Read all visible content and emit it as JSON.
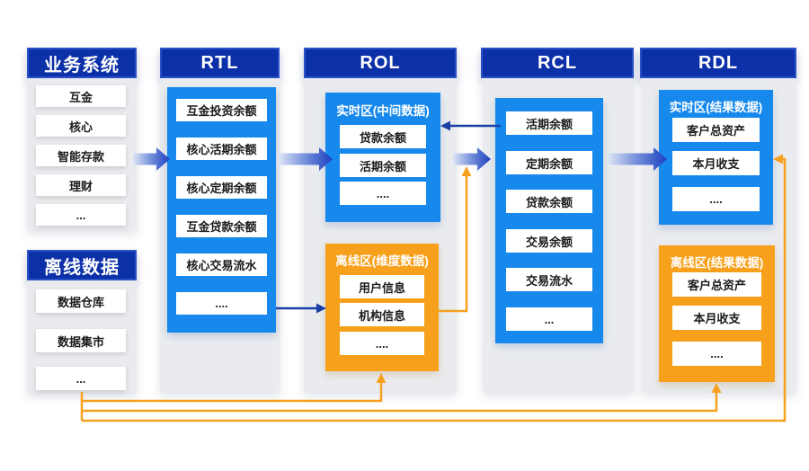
{
  "colors": {
    "header_blue": "#0c30a8",
    "bright_blue": "#1789ec",
    "orange": "#f7a01b",
    "panel_gray": "#e9ebee",
    "navy_connector": "#1a3fa5",
    "orange_connector": "#f5a11f",
    "arrow_gradient_start": "#dfe5f5",
    "arrow_gradient_end": "#1c3fc0"
  },
  "business": {
    "header": "业务系统",
    "items": [
      "互金",
      "核心",
      "智能存款",
      "理财",
      "..."
    ]
  },
  "offline_data": {
    "header": "离线数据",
    "items": [
      "数据仓库",
      "数据集市",
      "..."
    ]
  },
  "rtl": {
    "header": "RTL",
    "items": [
      "互金投资余额",
      "核心活期余额",
      "核心定期余额",
      "互金贷款余额",
      "核心交易流水",
      "...."
    ]
  },
  "rol": {
    "header": "ROL",
    "realtime": {
      "title": "实时区(中间数据)",
      "items": [
        "贷款余额",
        "活期余额",
        "...."
      ]
    },
    "offline": {
      "title": "离线区(维度数据)",
      "items": [
        "用户信息",
        "机构信息",
        "...."
      ]
    }
  },
  "rcl": {
    "header": "RCL",
    "items": [
      "活期余额",
      "定期余额",
      "贷款余额",
      "交易余额",
      "交易流水",
      "..."
    ]
  },
  "rdl": {
    "header": "RDL",
    "realtime": {
      "title": "实时区(结果数据)",
      "items": [
        "客户总资产",
        "本月收支",
        "...."
      ]
    },
    "offline": {
      "title": "离线区(结果数据)",
      "items": [
        "客户总资产",
        "本月收支",
        "...."
      ]
    }
  }
}
